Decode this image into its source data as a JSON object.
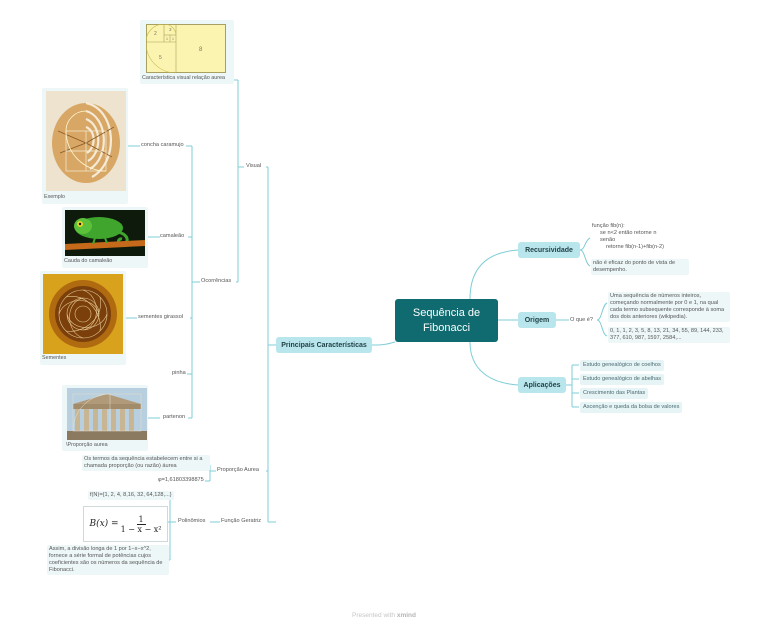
{
  "root": {
    "line1": "Sequência de",
    "line2": "Fibonacci"
  },
  "recursividade": {
    "label": "Recursividade",
    "code": [
      "função fib(n):",
      "se n<2 então retorne n",
      "senão",
      "retorne fib(n-1)+fib(n-2)"
    ],
    "note": "não é eficaz do ponto de vista de desempenho."
  },
  "origem": {
    "label": "Origem",
    "question": "O que é?",
    "desc": "Uma sequência de números inteiros, começando normalmente por 0 e 1, na qual cada termo subsequente corresponde à soma dos dois anteriores (wikipedia).",
    "seq": "0, 1, 1, 2, 3, 5, 8, 13, 21, 34, 55, 89, 144, 233, 377, 610, 987, 1597, 2584,..."
  },
  "aplicacoes": {
    "label": "Aplicações",
    "items": [
      "Estudo genealógico de coelhos",
      "Estudo genealógico de abelhas",
      "Crescimento das Plantas",
      "Ascenção e queda da bolsa de valores"
    ]
  },
  "principais": {
    "label": "Principais Características",
    "visual": "Visual",
    "ocorrencias": "Ocorrências",
    "visual_caption": "Característica visual relação aurea",
    "concha": "concha caramujo",
    "exemplo": "Exemplo",
    "camaleao": "camaleão",
    "cauda": "Cauda do camaleão",
    "sementes_label": "sementes girassol",
    "sementes_caption": "Sementes",
    "pinha": "pinha",
    "partenon": "partenon",
    "proporcao_caption": "\\Proporção aurea",
    "proporcao_aurea": "Proporção Aurea",
    "proporcao_text": "Os termos da sequência estabelecem entre si a chamada proporção (ou razão) áurea",
    "phi": "φ=1,61803398875",
    "funcao_geratriz": "Função Geratriz",
    "polinomios": "Polinômios",
    "fn_series": "f(N)={1, 2, 4, 8,16, 32, 64,128,...}",
    "formula_lhs": "B(x) =",
    "formula_num": "1",
    "formula_den": "1 − x − x²",
    "gen_text": "Assim, a divisão longa de 1  por 1−x−x^2, fornece a série formal de potências cujos  coeficientes são os números da sequência de Fibonacci."
  },
  "golden_grid": {
    "labels": [
      "2",
      "3",
      "1",
      "1",
      "5",
      "8"
    ]
  },
  "footer": {
    "prefix": "Presented with",
    "brand": "xmind"
  },
  "colors": {
    "root": "#0f6b6f",
    "main": "#b9e6ec",
    "line": "#7fcdd5",
    "sub": "#e6f4f6"
  }
}
